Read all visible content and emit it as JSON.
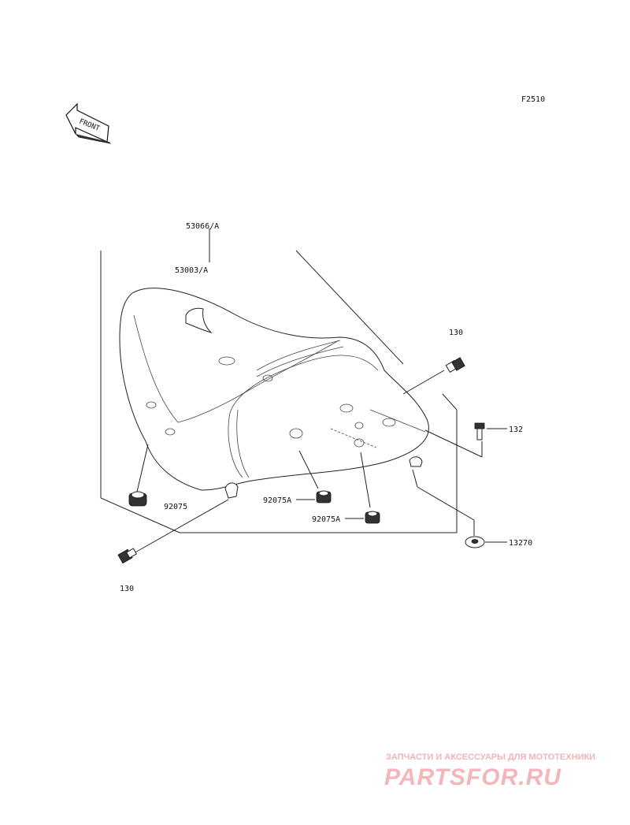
{
  "figure_code": "F2510",
  "front_label": "FRONT",
  "watermark": {
    "tagline": "ЗАПЧАСТИ И АКСЕССУАРЫ ДЛЯ МОТОТЕХНИКИ",
    "brand": "PARTSFOR.RU",
    "color": "#f3b7bb"
  },
  "callouts": {
    "seat_assy": "53066/A",
    "seat_base": "53003/A",
    "bolt_top": "130",
    "bolt_bottom": "130",
    "bolt_right": "132",
    "damper_left": "92075",
    "damper_mid": "92075A",
    "damper_low": "92075A",
    "washer": "13270"
  }
}
